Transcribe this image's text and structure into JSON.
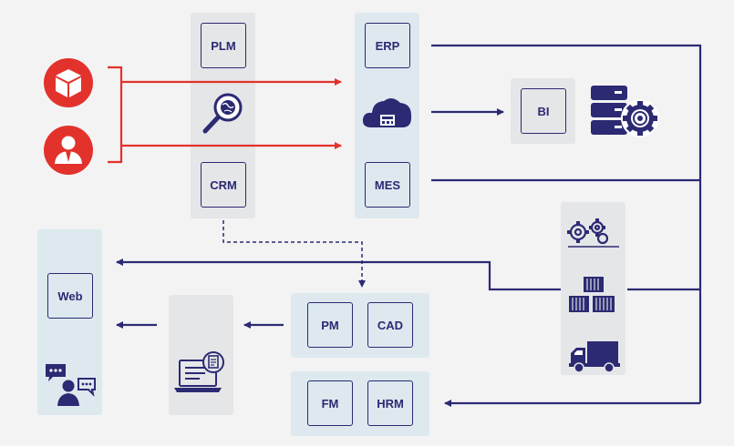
{
  "systems": {
    "plm": "PLM",
    "crm": "CRM",
    "erp": "ERP",
    "mes": "MES",
    "bi": "BI",
    "web": "Web",
    "pm": "PM",
    "cad": "CAD",
    "fm": "FM",
    "hrm": "HRM"
  },
  "colors": {
    "navy": "#2b2a73",
    "red": "#e2322b",
    "panel_light": "#e5e6e8",
    "panel_blue": "#dde9ef",
    "background": "#f3f3f4"
  },
  "icons": [
    "product-box-icon",
    "customer-icon",
    "search-globe-icon",
    "cloud-server-icon",
    "database-gear-icon",
    "gears-icon",
    "containers-icon",
    "truck-icon",
    "laptop-document-icon",
    "chat-person-icon"
  ]
}
